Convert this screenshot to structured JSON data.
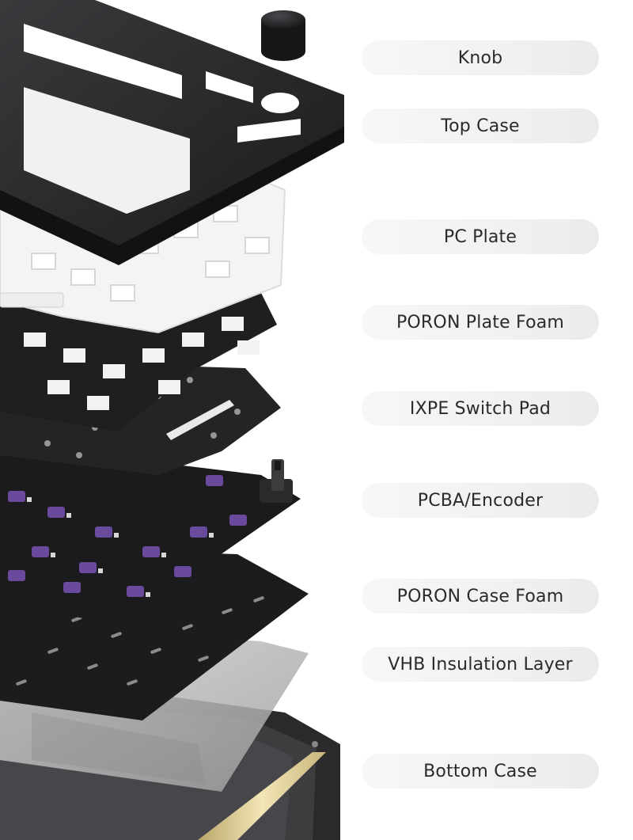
{
  "diagram": {
    "labels": {
      "knob": "Knob",
      "top_case": "Top Case",
      "pc_plate": "PC Plate",
      "poron_plate_foam": "PORON Plate Foam",
      "ixpe_switch_pad": "IXPE Switch Pad",
      "pcba_encoder": "PCBA/Encoder",
      "poron_case_foam": "PORON Case Foam",
      "vhb_insulation_layer": "VHB Insulation Layer",
      "bottom_case": "Bottom Case"
    },
    "colors": {
      "background": "#ffffff",
      "label_pill": "#f1f1f1",
      "label_text": "#2a2a2a",
      "case_dark": "#232325",
      "plate_white": "#f2f2f2",
      "pcb_black": "#1b1b1d",
      "switch_socket": "#6a4a9c",
      "insulation_grey": "#b8b8b8",
      "bottom_gold": "#e6d49a"
    }
  }
}
